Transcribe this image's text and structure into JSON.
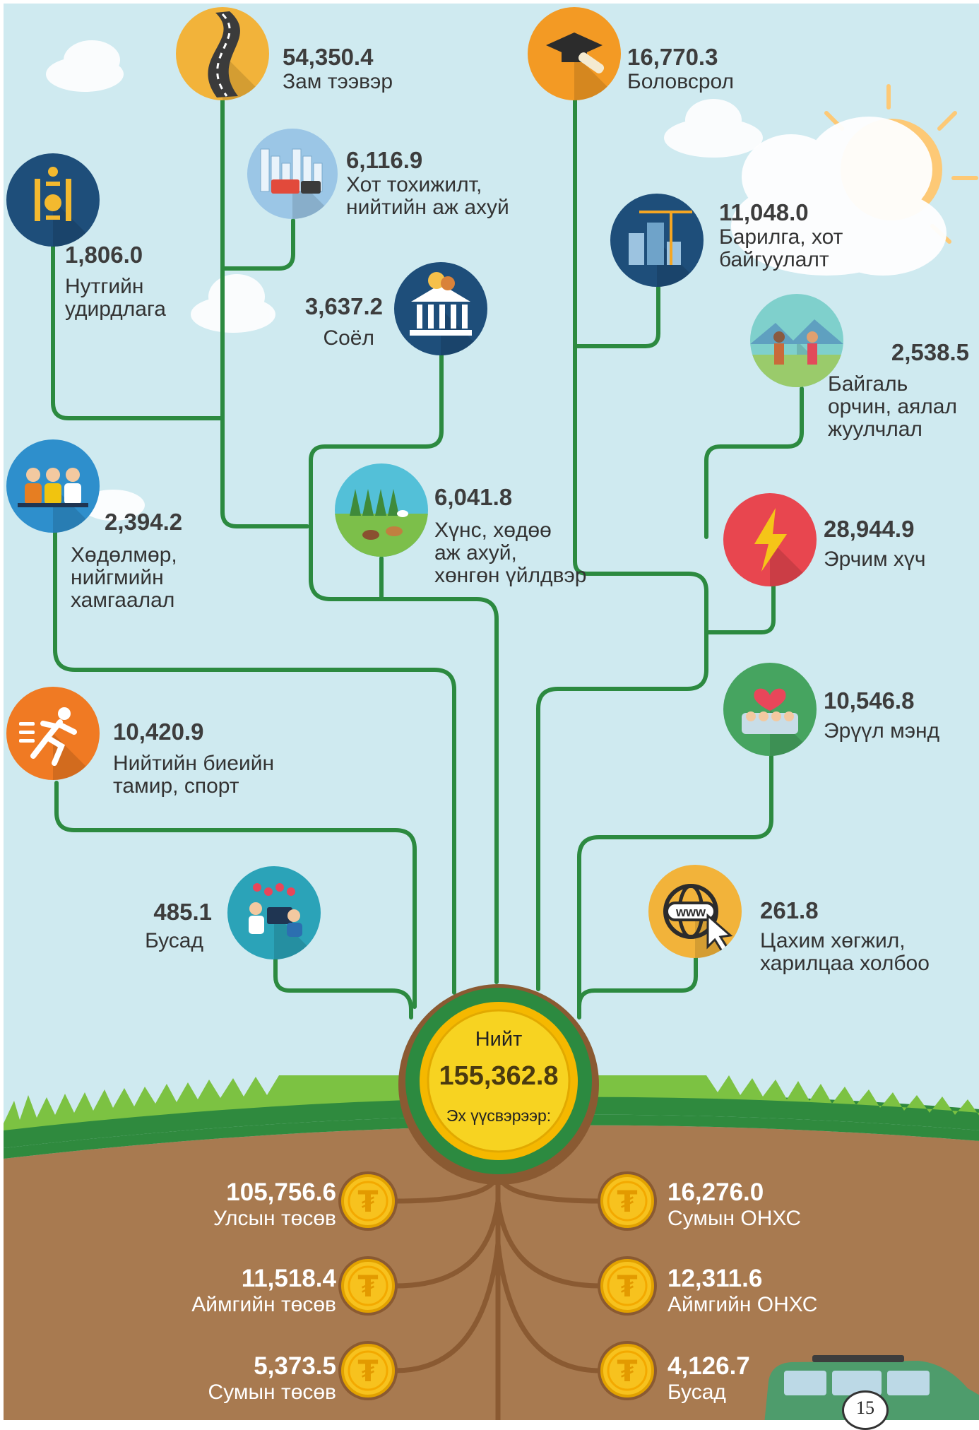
{
  "total": {
    "label": "Нийт",
    "value": "155,362.8",
    "sources_label": "Эх үүсвэрээр:"
  },
  "sectors": [
    {
      "id": "road",
      "value": "54,350.4",
      "name": "Зам тээвэр",
      "icon": "road-icon",
      "color": "#f2b33a"
    },
    {
      "id": "education",
      "value": "16,770.3",
      "name": "Боловсрол",
      "icon": "graduation-cap-icon",
      "color": "#f39a24"
    },
    {
      "id": "urban",
      "value": "6,116.9",
      "name": "Хот тохижилт,\nнийтийн аж ахуй",
      "icon": "city-vehicles-icon",
      "color": "#9bc6e6"
    },
    {
      "id": "local-gov",
      "value": "1,806.0",
      "name": "Нутгийн\nудирдлага",
      "icon": "soyombo-emblem-icon",
      "color": "#1e4e7a"
    },
    {
      "id": "construction",
      "value": "11,048.0",
      "name": "Барилга, хот\nбайгуулалт",
      "icon": "construction-crane-icon",
      "color": "#1e4e7a"
    },
    {
      "id": "culture",
      "value": "3,637.2",
      "name": "Соёл",
      "icon": "theater-icon",
      "color": "#1e4e7a"
    },
    {
      "id": "environment",
      "value": "2,538.5",
      "name": "Байгаль\nорчин, аялал\nжуулчлал",
      "icon": "tourists-icon",
      "color": "#7fd0cc"
    },
    {
      "id": "labor",
      "value": "2,394.2",
      "name": "Хөдөлмөр,\nнийгмийн\nхамгаалал",
      "icon": "workers-icon",
      "color": "#2e8fcc"
    },
    {
      "id": "agriculture",
      "value": "6,041.8",
      "name": "Хүнс, хөдөө\nаж ахуй,\nхөнгөн үйлдвэр",
      "icon": "livestock-icon",
      "color": "#53c0d8"
    },
    {
      "id": "energy",
      "value": "28,944.9",
      "name": "Эрчим хүч",
      "icon": "lightning-icon",
      "color": "#e8464f"
    },
    {
      "id": "sport",
      "value": "10,420.9",
      "name": "Нийтийн биеийн\nтамир, спорт",
      "icon": "runner-icon",
      "color": "#f07a23"
    },
    {
      "id": "health",
      "value": "10,546.8",
      "name": "Эрүүл мэнд",
      "icon": "family-health-icon",
      "color": "#46a460"
    },
    {
      "id": "other",
      "value": "485.1",
      "name": "Бусад",
      "icon": "office-workers-icon",
      "color": "#2ba3b8"
    },
    {
      "id": "digital",
      "value": "261.8",
      "name": "Цахим хөгжил,\nхарилцаа холбоо",
      "icon": "globe-www-icon",
      "color": "#f2b33a"
    }
  ],
  "sources": [
    {
      "id": "state-budget",
      "value": "105,756.6",
      "name": "Улсын төсөв",
      "side": "left"
    },
    {
      "id": "aimag-budget",
      "value": "11,518.4",
      "name": "Аймгийн төсөв",
      "side": "left"
    },
    {
      "id": "soum-budget",
      "value": "5,373.5",
      "name": "Сумын төсөв",
      "side": "left"
    },
    {
      "id": "soum-ldf",
      "value": "16,276.0",
      "name": "Сумын ОНХС",
      "side": "right"
    },
    {
      "id": "aimag-ldf",
      "value": "12,311.6",
      "name": "Аймгийн ОНХС",
      "side": "right"
    },
    {
      "id": "other-src",
      "value": "4,126.7",
      "name": "Бусад",
      "side": "right"
    }
  ],
  "coin_glyph": "₮",
  "page_number": "15",
  "colors": {
    "sky": "#cfeaf0",
    "branch": "#2c8a40",
    "grass": "#7cc242",
    "soil": "#a87a50",
    "root": "#8a5a32",
    "coin": "#f7c21e",
    "gold": "#f5b800"
  }
}
